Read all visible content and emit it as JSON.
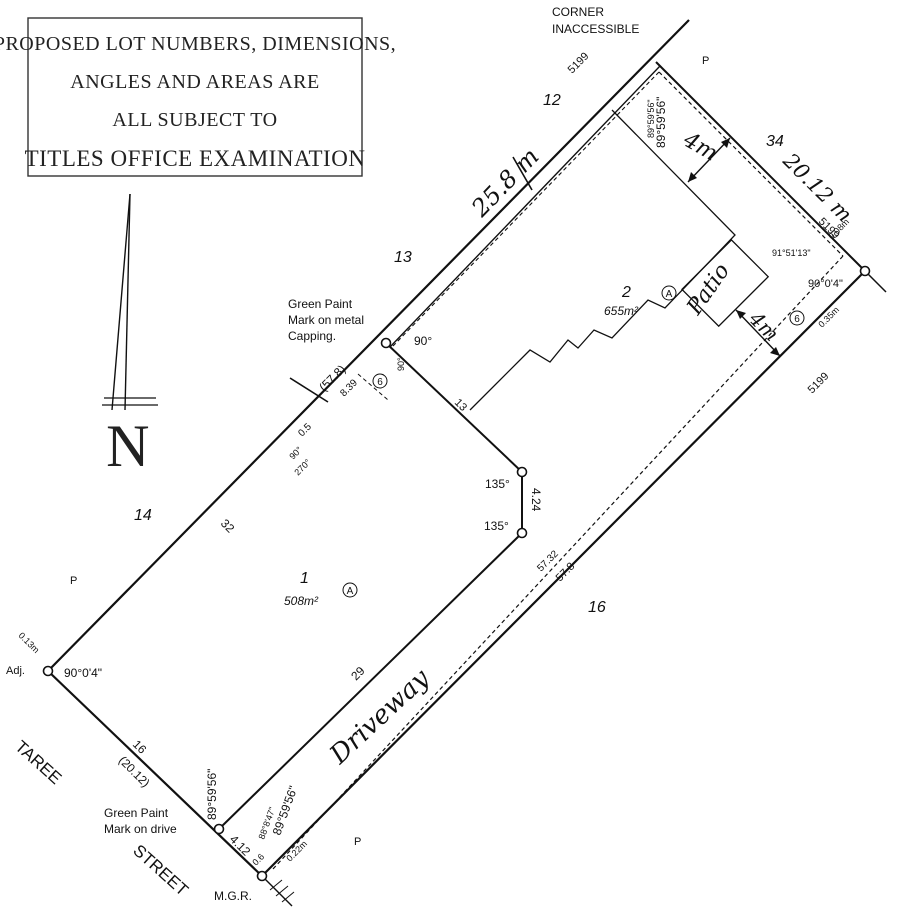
{
  "stamp": {
    "line1": "PROPOSED LOT NUMBERS, DIMENSIONS,",
    "line2": "ANGLES AND AREAS ARE",
    "line3": "ALL SUBJECT TO",
    "line4": "TITLES OFFICE EXAMINATION"
  },
  "north": {
    "letter": "N"
  },
  "corner_note": {
    "line1": "CORNER",
    "line2": "INACCESSIBLE"
  },
  "lots": {
    "lot1": {
      "number": "1",
      "area": "508m²"
    },
    "lot2": {
      "number": "2",
      "area": "655m²"
    },
    "n12": "12",
    "n13": "13",
    "n14": "14",
    "n16": "16",
    "n34": "34"
  },
  "adjacent": {
    "p1": "P",
    "p2": "P",
    "p3": "P",
    "ref1": "5199",
    "ref2": "5199",
    "ref3": "5199"
  },
  "street": {
    "word1": "TAREE",
    "word2": "STREET"
  },
  "marks": {
    "gpm_top_l1": "Green Paint",
    "gpm_top_l2": "Mark on metal",
    "gpm_top_l3": "Capping.",
    "gpm_bot_l1": "Green Paint",
    "gpm_bot_l2": "Mark on drive",
    "mgr": "M.G.R.",
    "adj": "Adj.",
    "circle_a": "A",
    "circle_6": "6"
  },
  "dimensions": {
    "d258": "25.8 m",
    "d2012": "20.12 m",
    "d4m_top": "4m",
    "d4m_bot": "4m",
    "d578_bracket": "(57.8)",
    "d32": "32",
    "d29": "29",
    "d16": "16",
    "d2012_bracket": "(20.12)",
    "d412": "4.12",
    "d424": "4.24",
    "d5732": "57.32",
    "d578": "57.8",
    "d13": "13",
    "d839": "8.39",
    "d05": "0.5",
    "d013": "0.13m",
    "d008": "0.08m",
    "d035": "0.35m",
    "d022": "0.22m",
    "d06": "0.6"
  },
  "angles": {
    "a90_top": "90°",
    "a90_small": "90°",
    "a90_left": "90°",
    "a270": "270°",
    "a135_top": "135°",
    "a135_bot": "135°",
    "a900_4_right": "90°0'4\"",
    "a900_4_left": "90°0'4\"",
    "a895956_top": "89°59'56\"",
    "a895956_top_small": "89°59'56\"",
    "a895956_bot1": "89°59'56\"",
    "a895956_bot2": "89°59'56\"",
    "a88847": "88°8'47\"",
    "a915113": "91°51'13\""
  },
  "handwriting": {
    "patio": "Patio",
    "driveway": "Driveway"
  }
}
